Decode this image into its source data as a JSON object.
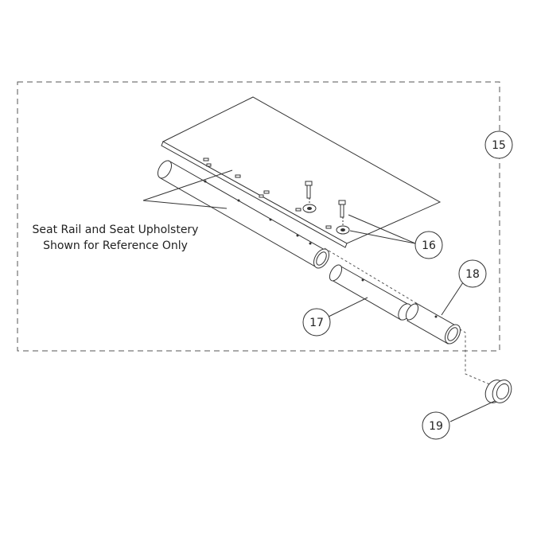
{
  "diagram": {
    "note": {
      "line1": "Seat Rail and Seat Upholstery",
      "line2": "Shown for Reference Only"
    },
    "callouts": {
      "c15": "15",
      "c16": "16",
      "c17": "17",
      "c18": "18",
      "c19": "19"
    }
  }
}
